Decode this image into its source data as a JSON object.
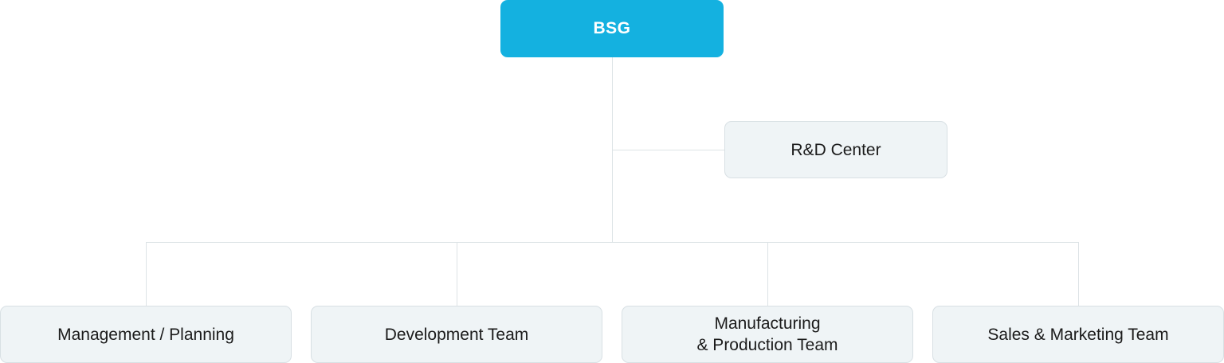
{
  "org_chart": {
    "root": {
      "label": "BSG",
      "color": "#14b1e0"
    },
    "side_unit": {
      "label": "R&D Center"
    },
    "departments": [
      {
        "label": "Management / Planning"
      },
      {
        "label": "Development Team"
      },
      {
        "label": "Manufacturing\n& Production Team"
      },
      {
        "label": "Sales & Marketing Team"
      }
    ]
  }
}
